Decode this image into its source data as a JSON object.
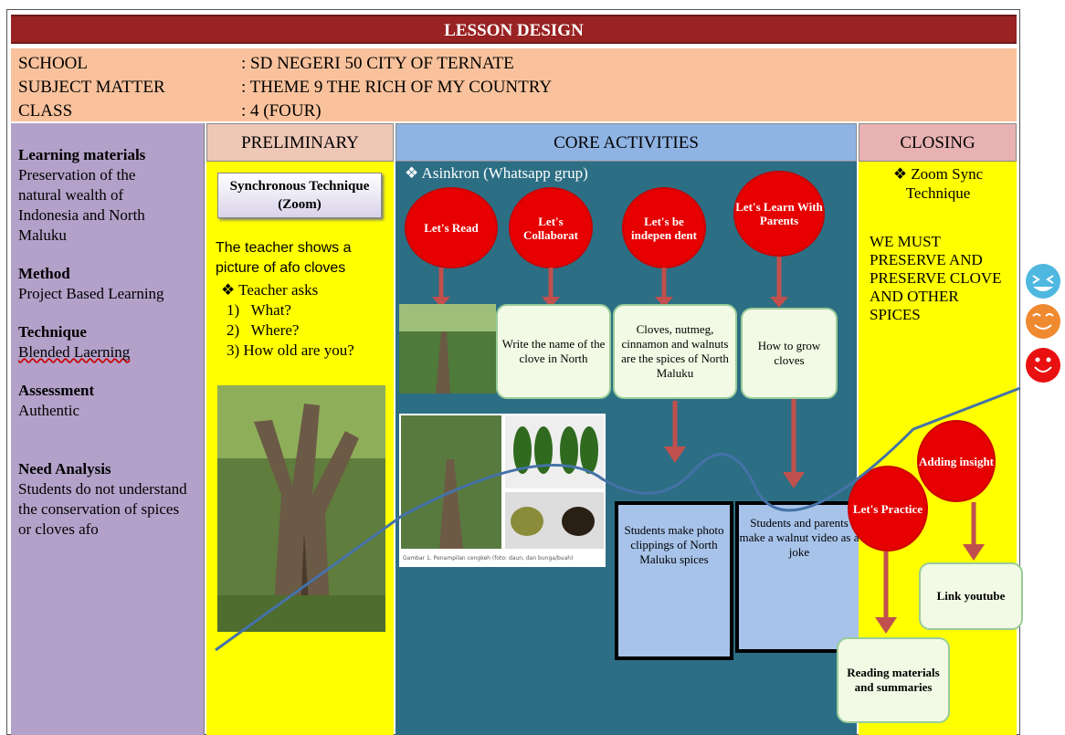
{
  "title": "LESSON DESIGN",
  "info": {
    "school_label": "SCHOOL",
    "school_value": ": SD NEGERI 50 CITY OF TERNATE",
    "subject_label": "SUBJECT MATTER",
    "subject_value": ": THEME 9 THE RICH OF MY COUNTRY",
    "class_label": "CLASS",
    "class_value": ": 4 (FOUR)"
  },
  "left": {
    "lm_head": "Learning materials",
    "lm_text": "Preservation of the natural wealth of Indonesia and North Maluku",
    "method_head": "Method",
    "method_text": "Project Based Learning",
    "tech_head": "Technique",
    "tech_text": "Blended Laerning",
    "assess_head": "Assessment",
    "assess_text": "Authentic",
    "need_head": "Need Analysis",
    "need_text": "Students do not understand the conservation of spices or cloves afo"
  },
  "headers": {
    "pre": "PRELIMINARY",
    "core": "CORE ACTIVITIES",
    "close": "CLOSING"
  },
  "pre": {
    "sync_box": "Synchronous Technique (Zoom)",
    "teacher_shows": "The teacher shows a picture of afo cloves",
    "teacher_asks": "❖ Teacher asks",
    "q1": "1)   What?",
    "q2": "2)   Where?",
    "q3": "3)   How old are you?"
  },
  "core": {
    "async": "❖  Asinkron (Whatsapp grup)",
    "c1": "Let's Read",
    "c2": "Let's Collaborat",
    "c3": "Let's be indepen dent",
    "c4": "Let's Learn With Parents",
    "g1": "Write the name of the clove in North",
    "g2": "Cloves, nutmeg, cinnamon and walnuts are the spices of North Maluku",
    "g3": "How to grow cloves",
    "b1": "Students make photo clippings of North Maluku spices",
    "b2": "Students and parents make a walnut video as a joke",
    "caption": "Gambar 1. Penampilan cengkeh (foto: daun, dan bunga/buah)"
  },
  "close": {
    "zoom": "❖ Zoom Sync Technique",
    "must": "WE MUST PRESERVE AND PRESERVE CLOVE AND OTHER SPICES",
    "c_practice": "Let's Practice",
    "c_insight": "Adding insight",
    "link": "Link youtube",
    "reading": "Reading materials and summaries"
  },
  "colors": {
    "title": "#922222",
    "info": "#f9c29c",
    "left": "#b3a1c9",
    "yellow": "#ffff00",
    "core": "#2c6e84",
    "red": "#e60000"
  }
}
